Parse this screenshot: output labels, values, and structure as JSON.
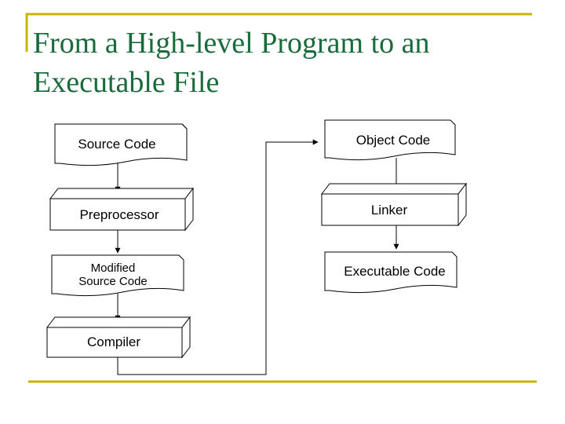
{
  "title": "From a High-level Program to an Executable File",
  "colors": {
    "accent_gold": "#c8b400",
    "title_green": "#1a6b3c",
    "outline": "#000000"
  },
  "diagram": {
    "nodes": {
      "source_code": {
        "label": "Source Code",
        "shape": "document"
      },
      "preprocessor": {
        "label": "Preprocessor",
        "shape": "3d-box"
      },
      "modified_source_line1": {
        "label": "Modified"
      },
      "modified_source_line2": {
        "label": "Source Code",
        "shape": "document"
      },
      "compiler": {
        "label": "Compiler",
        "shape": "3d-box"
      },
      "object_code": {
        "label": "Object Code",
        "shape": "document"
      },
      "linker": {
        "label": "Linker",
        "shape": "3d-box"
      },
      "executable_code": {
        "label": "Executable Code",
        "shape": "document"
      }
    },
    "edges": [
      [
        "Source Code",
        "Preprocessor"
      ],
      [
        "Preprocessor",
        "Modified Source Code"
      ],
      [
        "Modified Source Code",
        "Compiler"
      ],
      [
        "Compiler",
        "Object Code"
      ],
      [
        "Object Code",
        "Linker"
      ],
      [
        "Linker",
        "Executable Code"
      ]
    ]
  }
}
